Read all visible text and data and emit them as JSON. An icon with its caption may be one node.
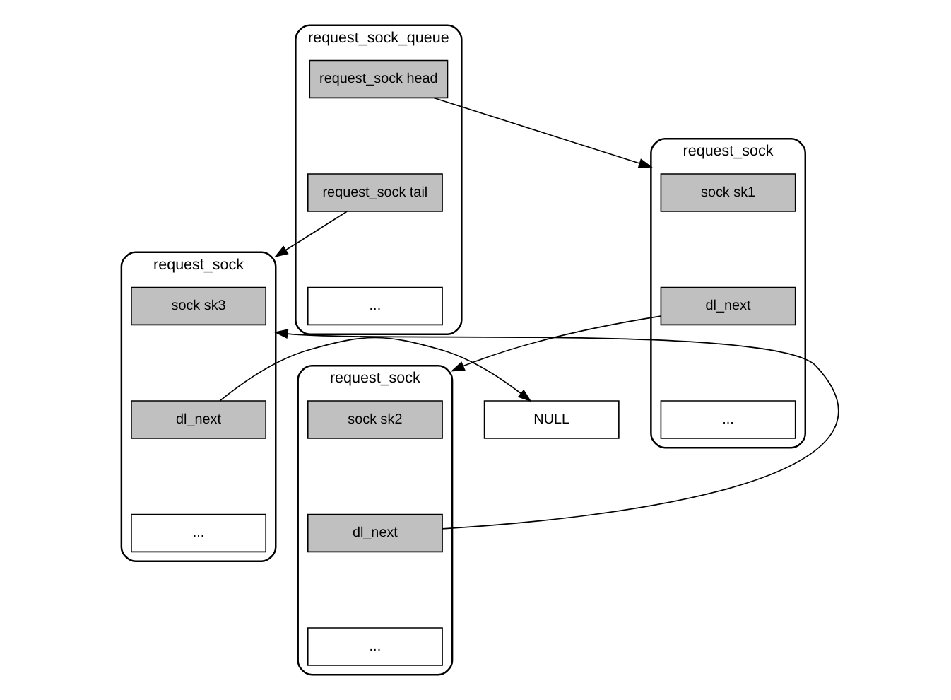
{
  "diagram": {
    "nodes": [
      {
        "text": [
          "request_sock_queue"
        ]
      },
      {
        "text": [
          "request_sock head"
        ],
        "in": 0
      },
      {
        "text": [
          "request_sock tail"
        ],
        "in": 0
      },
      {
        "text": [
          "..."
        ],
        "in": 0
      },
      {
        "text": [
          "request_sock"
        ]
      },
      {
        "text": [
          "sock sk1"
        ],
        "in": 4
      },
      {
        "text": [
          "dl_next"
        ],
        "in": 4
      },
      {
        "text": [
          "..."
        ],
        "in": 4
      },
      {
        "text": [
          "request_sock"
        ]
      },
      {
        "text": [
          "sock sk2"
        ],
        "in": 8
      },
      {
        "text": [
          "dl_next"
        ],
        "in": 8
      },
      {
        "text": [
          "..."
        ],
        "in": 8
      },
      {
        "text": [
          "request_sock"
        ]
      },
      {
        "text": [
          "sock sk3"
        ],
        "in": 12
      },
      {
        "text": [
          "dl_next"
        ],
        "in": 12
      },
      {
        "text": [
          "..."
        ],
        "in": 12
      },
      {
        "text": [
          "NULL"
        ]
      }
    ],
    "edges": [
      {
        "from": 1,
        "to": 4,
        "arrow": "to"
      },
      {
        "from": 2,
        "to": 12,
        "arrow": "to"
      },
      {
        "from": 6,
        "to": 8,
        "arrow": "to"
      },
      {
        "from": 10,
        "to": 12,
        "arrow": "to"
      },
      {
        "from": 14,
        "to": 16,
        "arrow": "to"
      }
    ]
  }
}
